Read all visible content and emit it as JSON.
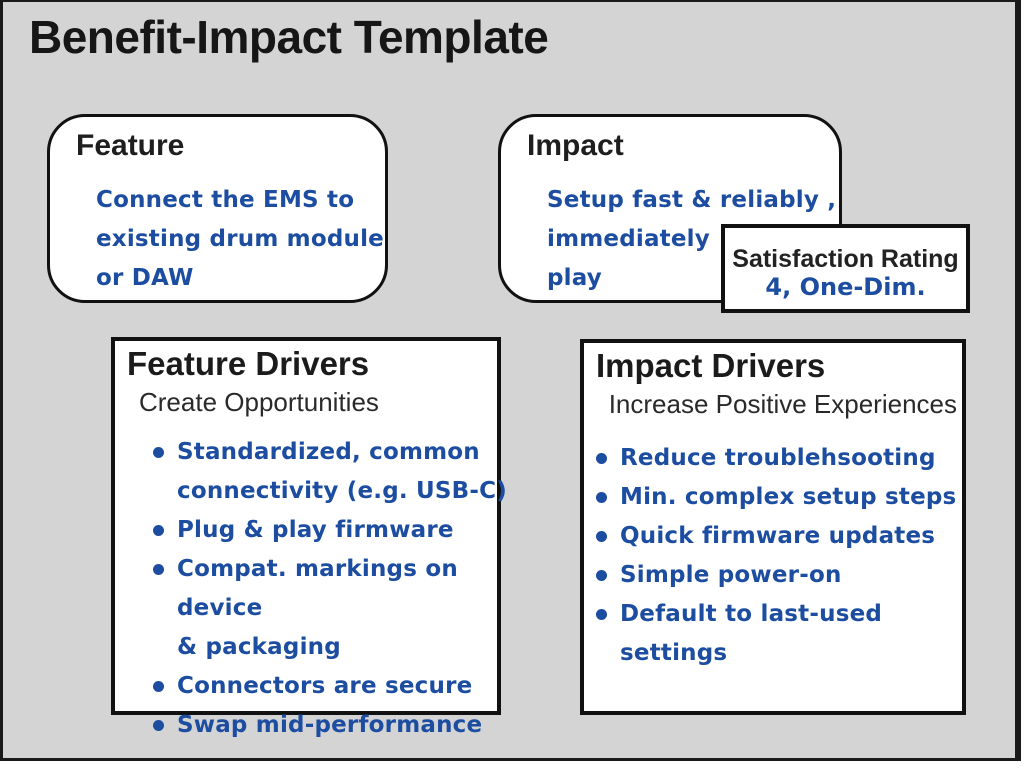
{
  "page": {
    "title": "Benefit-Impact Template"
  },
  "colors": {
    "background": "#d4d4d4",
    "card_fill": "#ffffff",
    "border_ink": "#111111",
    "accent_blue": "#1c4da1"
  },
  "feature_card": {
    "title": "Feature",
    "lines": [
      "Connect the EMS to",
      "existing drum module",
      "or DAW"
    ]
  },
  "impact_card": {
    "title": "Impact",
    "lines": [
      "Setup fast & reliably ,",
      "immediately",
      "play"
    ]
  },
  "satisfaction": {
    "label": "Satisfaction Rating",
    "value": "4, One-Dim."
  },
  "feature_drivers": {
    "title": "Feature Drivers",
    "subtitle": "Create Opportunities",
    "bullets": [
      [
        "Standardized, common",
        "connectivity (e.g. USB-C)"
      ],
      [
        "Plug & play firmware"
      ],
      [
        "Compat. markings on device",
        "& packaging"
      ],
      [
        "Connectors are secure"
      ],
      [
        "Swap mid-performance"
      ]
    ]
  },
  "impact_drivers": {
    "title": "Impact Drivers",
    "subtitle": "Increase Positive Experiences",
    "bullets": [
      [
        "Reduce troublehsooting"
      ],
      [
        "Min. complex setup steps"
      ],
      [
        "Quick firmware updates"
      ],
      [
        "Simple power-on"
      ],
      [
        "Default to last-used",
        "settings"
      ]
    ]
  }
}
